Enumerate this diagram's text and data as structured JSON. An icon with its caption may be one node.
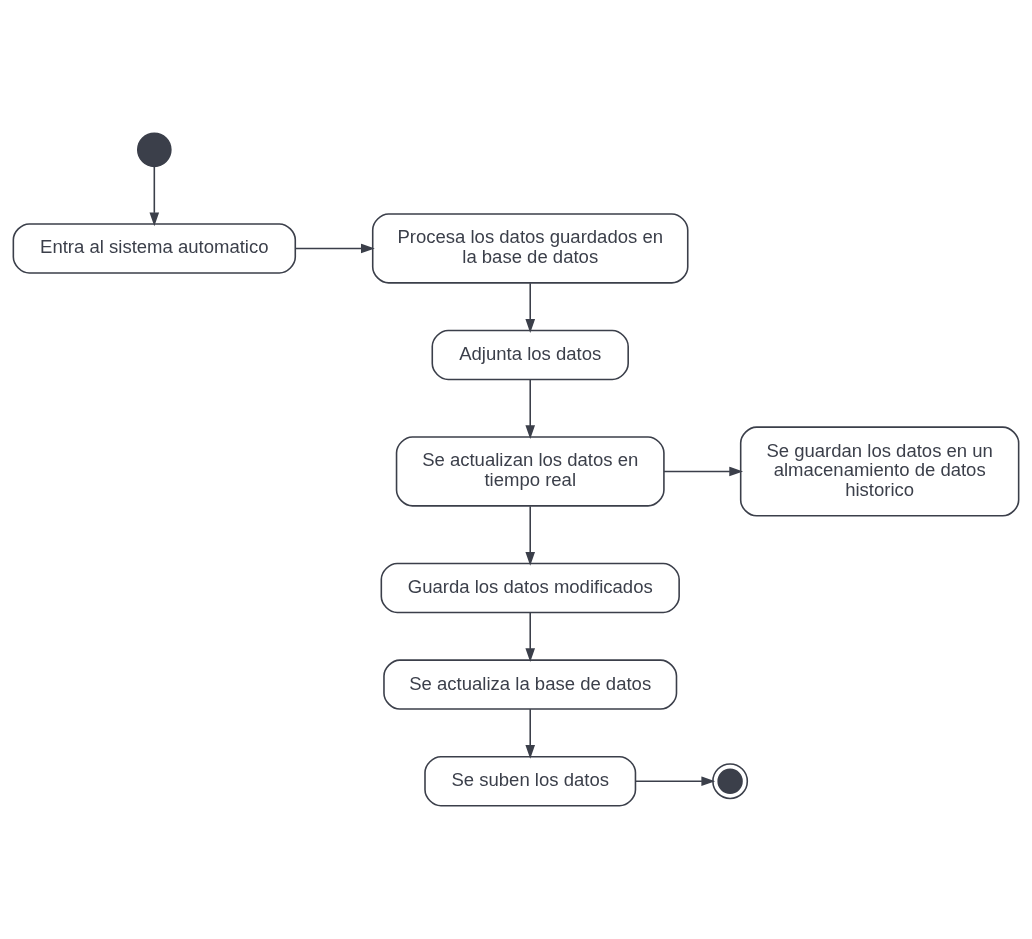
{
  "diagram": {
    "nodes": [
      {
        "text": [],
        "shape": "circle"
      },
      {
        "text": [
          "Entra al sistema automatico"
        ]
      },
      {
        "text": [
          "Procesa los datos guardados en la base de datos"
        ]
      },
      {
        "text": [
          "Adjunta los datos"
        ]
      },
      {
        "text": [
          "Se actualizan los datos en tiempo real"
        ]
      },
      {
        "text": [
          "Se guardan los datos en un almacenamiento de datos historico"
        ]
      },
      {
        "text": [
          "Guarda los datos modificados"
        ]
      },
      {
        "text": [
          "Se actualiza la base de datos"
        ]
      },
      {
        "text": [
          "Se suben los datos"
        ]
      },
      {
        "text": [],
        "shape": "circle"
      }
    ],
    "edges": [
      {
        "from": 0,
        "to": 1,
        "arrow": "to"
      },
      {
        "from": 1,
        "to": 2,
        "arrow": "to"
      },
      {
        "from": 2,
        "to": 3,
        "arrow": "to"
      },
      {
        "from": 3,
        "to": 4,
        "arrow": "to"
      },
      {
        "from": 4,
        "to": 5,
        "arrow": "to"
      },
      {
        "from": 4,
        "to": 6,
        "arrow": "to"
      },
      {
        "from": 6,
        "to": 7,
        "arrow": "to"
      },
      {
        "from": 7,
        "to": 8,
        "arrow": "to"
      },
      {
        "from": 8,
        "to": 9,
        "arrow": "to"
      }
    ]
  }
}
